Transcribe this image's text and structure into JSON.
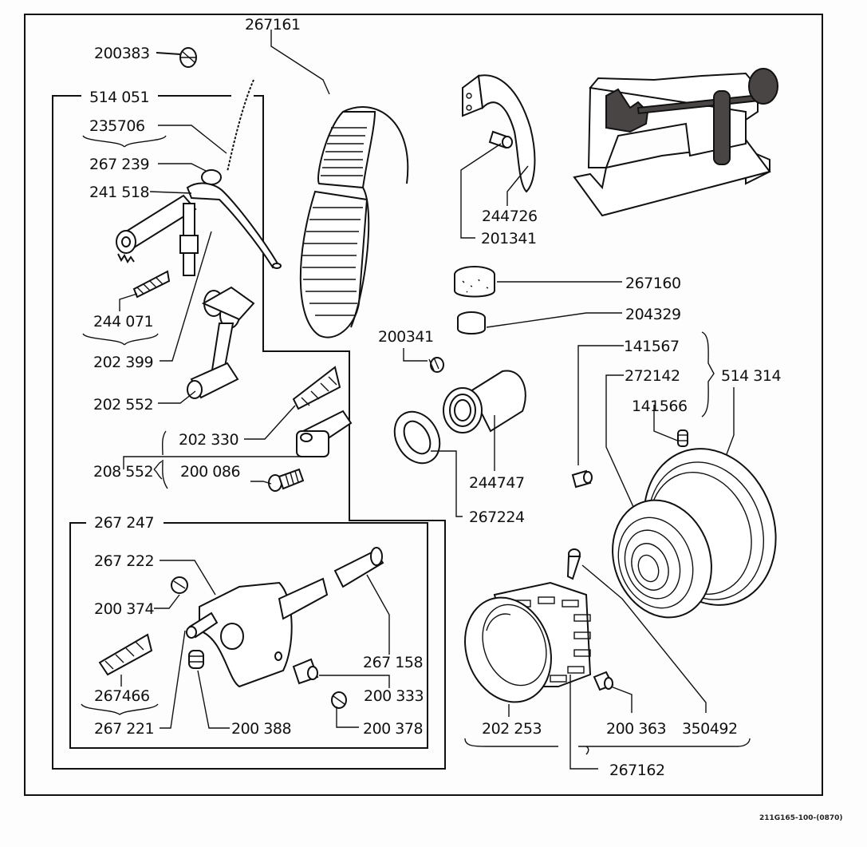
{
  "document": {
    "type": "exploded parts diagram",
    "code": "211G165-100-(0870)"
  },
  "labels": {
    "p200383": "200383",
    "p267161": "267161",
    "p514051": "514 051",
    "p235706": "235706",
    "p267239": "267 239",
    "p241518": "241 518",
    "p244071": "244 071",
    "p202399": "202 399",
    "p202552": "202 552",
    "p202330": "202 330",
    "p208552": "208 552",
    "p200086": "200 086",
    "p267247": "267 247",
    "p267222": "267 222",
    "p200374": "200 374",
    "p267466": "267466",
    "p267221": "267 221",
    "p200388": "200 388",
    "p267158": "267 158",
    "p200333": "200 333",
    "p200378": "200 378",
    "p244726": "244726",
    "p201341": "201341",
    "p267160": "267160",
    "p204329": "204329",
    "p200341": "200341",
    "p244747": "244747",
    "p267224": "267224",
    "p141567": "141567",
    "p272142": "272142",
    "p141566": "141566",
    "p514314": "514 314",
    "p202253": "202 253",
    "p200363": "200 363",
    "p350492": "350492",
    "p267162": "267162"
  },
  "groups": [
    {
      "assembly": "514 051",
      "contains": [
        "235706",
        "267 239",
        "241 518",
        "244 071",
        "202 399",
        "202 552",
        "202 330",
        "208 552",
        "200 086",
        "267 247"
      ]
    },
    {
      "assembly": "267 247",
      "contains": [
        "267 222",
        "200 374",
        "267466",
        "267 221",
        "200 388",
        "267 158",
        "200 333",
        "200 378"
      ]
    },
    {
      "assembly": "208 552",
      "contains": [
        "202 330",
        "200 086"
      ]
    },
    {
      "assembly": "514 314",
      "contains": [
        "141567",
        "272142",
        "141566"
      ]
    }
  ]
}
